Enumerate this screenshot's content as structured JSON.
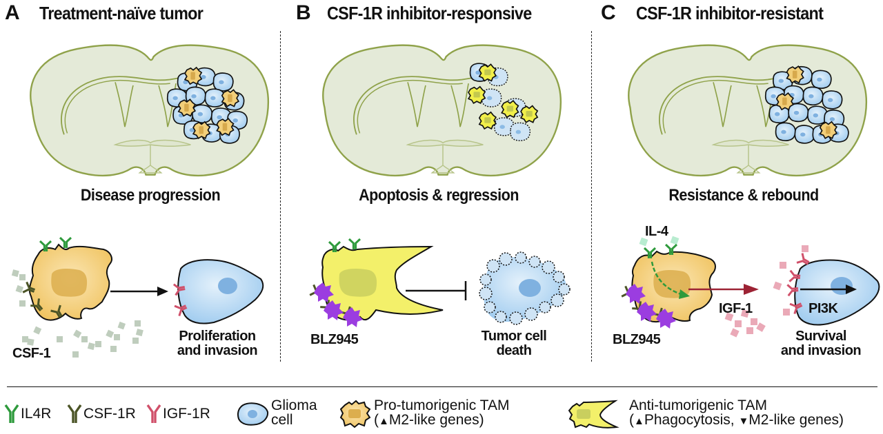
{
  "panels": [
    {
      "letter": "A",
      "title": "Treatment-naïve tumor",
      "brain_caption": "Disease progression",
      "labels": {
        "ligand": "CSF-1",
        "outcome": [
          "Proliferation",
          "and invasion"
        ]
      }
    },
    {
      "letter": "B",
      "title": "CSF-1R inhibitor-responsive",
      "brain_caption": "Apoptosis & regression",
      "labels": {
        "drug": "BLZ945",
        "outcome": [
          "Tumor cell",
          "death"
        ]
      }
    },
    {
      "letter": "C",
      "title": "CSF-1R inhibitor-resistant",
      "brain_caption": "Resistance & rebound",
      "labels": {
        "cytokine": "IL-4",
        "drug": "BLZ945",
        "growth_factor": "IGF-1",
        "pathway": "PI3K",
        "outcome": [
          "Survival",
          "and invasion"
        ]
      }
    }
  ],
  "legend": {
    "items": [
      {
        "icon": "il4r-receptor-icon",
        "label": "IL4R",
        "color": "#2e9a3c"
      },
      {
        "icon": "csf1r-receptor-icon",
        "label": "CSF-1R",
        "color": "#4b5426"
      },
      {
        "icon": "igf1r-receptor-icon",
        "label": "IGF-1R",
        "color": "#d0506a"
      },
      {
        "icon": "glioma-cell-icon",
        "label_lines": [
          "Glioma",
          "cell"
        ]
      },
      {
        "icon": "pro-tumorigenic-tam-icon",
        "label_lines": [
          "Pro-tumorigenic TAM",
          "(▲M2-like genes)"
        ],
        "line2_parts": [
          "(",
          "M2-like genes)"
        ]
      },
      {
        "icon": "anti-tumorigenic-tam-icon",
        "label_lines": [
          "Anti-tumorigenic TAM",
          "(▲Phagocytosis, ▼M2-like genes)"
        ],
        "line2_parts": [
          "(",
          "Phagocytosis, ",
          "M2-like genes)"
        ]
      }
    ]
  },
  "colors": {
    "brain_fill": "#e4ead8",
    "brain_outline": "#8fa24a",
    "glioma_fill": "#bcdcf2",
    "glioma_nucleus": "#7fb1e0",
    "pro_tam_fill": "#f2cf7a",
    "pro_tam_nucleus": "#dcae4e",
    "anti_tam_fill": "#f3f06a",
    "anti_tam_nucleus": "#c9cf5e",
    "il4r": "#2e9a3c",
    "csf1r": "#4b5426",
    "igf1r": "#d0506a",
    "blz945": "#9b3de0",
    "csf1_particle": "#b9c8b6",
    "igf1_particle": "#e8a0b0",
    "il4_particle": "#b8ecd0",
    "inhibit_arrow": "#9c2234"
  }
}
